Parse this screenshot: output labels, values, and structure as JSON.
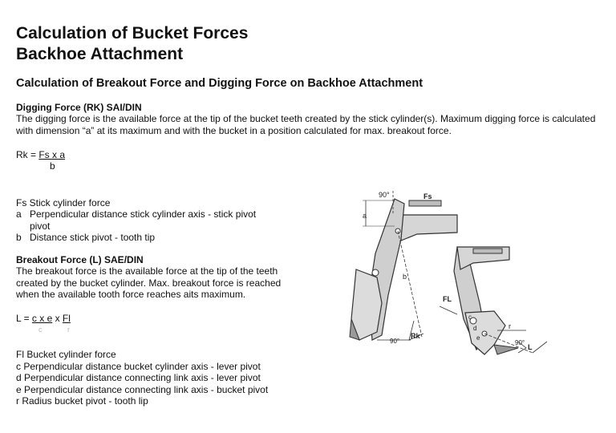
{
  "title": {
    "line1": "Calculation of Bucket Forces",
    "line2": "Backhoe Attachment"
  },
  "subtitle": "Calculation of Breakout Force and Digging Force on Backhoe Attachment",
  "digging": {
    "heading": "Digging Force (RK) SAI/DIN",
    "body": "The digging force is the available force at the tip of the bucket teeth created by the stick cylinder(s). Maximum digging force is calculated with dimension “a” at its maximum and with the bucket in a position calculated for max. breakout force.",
    "formula_lhs": "Rk = ",
    "formula_num": "Fs x a",
    "formula_den": "b",
    "legend_fs": "Fs Stick cylinder force",
    "legend_a_key": "a",
    "legend_a_line1": "Perpendicular distance stick cylinder axis - stick pivot",
    "legend_a_line2": "pivot",
    "legend_b_key": "b",
    "legend_b": "Distance stick pivot - tooth tip"
  },
  "breakout": {
    "heading": "Breakout Force (L) SAE/DIN",
    "body": "The breakout force is the available force at the tip of the teeth created by the bucket cylinder. Max. breakout force is reached when the available tooth force reaches aits maximum.",
    "formula_lhs": "L = ",
    "formula_num1": "c x e",
    "formula_x": " x ",
    "formula_num2": "Fl",
    "formula_den1": "c",
    "formula_den2": "r",
    "legend_fl": "Fl Bucket cylinder force",
    "legend_c": "c Perpendicular distance bucket cylinder axis - lever pivot",
    "legend_d": "d Perpendicular distance connecting link axis - lever pivot",
    "legend_e": "e Perpendicular distance connecting link axis - bucket pivot",
    "legend_r": "r Radius bucket pivot - tooth lip"
  },
  "diagram": {
    "angle1": "90°",
    "fs": "Fs",
    "a": "a",
    "b": "b",
    "angle2": "90°",
    "rk": "Rk",
    "fl": "FL",
    "c": "c",
    "d": "d",
    "e": "e",
    "r": "r",
    "angle3": "90°",
    "l": "L"
  }
}
